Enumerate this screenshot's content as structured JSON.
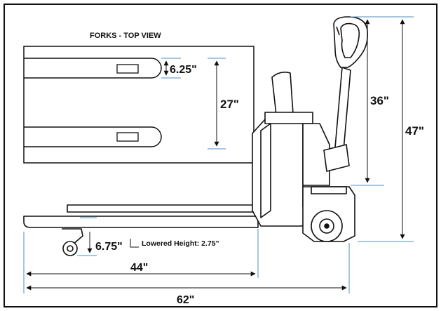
{
  "inset": {
    "title": "FORKS  - TOP VIEW"
  },
  "dimensions": {
    "fork_width": "6.25\"",
    "fork_spread": "27\"",
    "handle_height": "36\"",
    "overall_height": "47\"",
    "raised_height": "6.75\"",
    "lowered_height": "Lowered Height: 2.75\"",
    "fork_length": "44\"",
    "overall_length": "62\""
  },
  "colors": {
    "line": "#111111",
    "dimension_line": "#4a90c8",
    "border": "#111111",
    "background": "#ffffff"
  }
}
